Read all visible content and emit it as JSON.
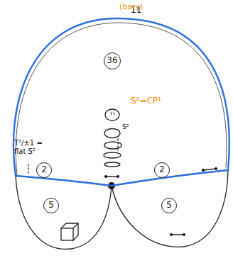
{
  "diagram": {
    "nodes": [
      {
        "text": [
          "11"
        ]
      },
      {
        "text": [
          "36"
        ],
        "in": 0
      },
      {
        "text": [
          "2"
        ],
        "in": 0
      },
      {
        "text": [
          "2"
        ],
        "in": 0
      },
      {
        "text": [
          "5"
        ]
      },
      {
        "text": [
          "5"
        ]
      }
    ],
    "labels": [
      "(bary)",
      "S²=ℂP¹",
      "S²",
      "T²/±1 = flat S²"
    ]
  }
}
